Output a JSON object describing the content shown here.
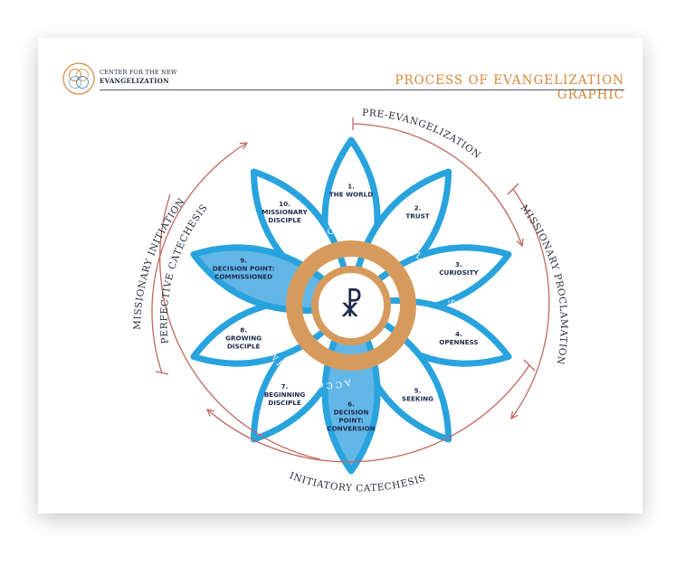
{
  "header": {
    "org_line1": "CENTER FOR THE NEW",
    "org_line2": "EVANGELIZATION",
    "title": "PROCESS OF EVANGELIZATION GRAPHIC"
  },
  "colors": {
    "petal_outline": "#29a3de",
    "petal_highlight": "#63b7e6",
    "ring": "#d69b5c",
    "arrows": "#c0685e",
    "title": "#d5873a",
    "label": "#1f2b4d"
  },
  "petals": [
    {
      "number": "1.",
      "lines": [
        "THE WORLD"
      ]
    },
    {
      "number": "2.",
      "lines": [
        "TRUST"
      ]
    },
    {
      "number": "3.",
      "lines": [
        "CURIOSITY"
      ]
    },
    {
      "number": "4.",
      "lines": [
        "OPENNESS"
      ]
    },
    {
      "number": "5.",
      "lines": [
        "SEEKING"
      ]
    },
    {
      "number": "6.",
      "lines": [
        "DECISION",
        "POINT:",
        "CONVERSION"
      ],
      "highlight": true
    },
    {
      "number": "7.",
      "lines": [
        "BEGINNING",
        "DISCIPLE"
      ]
    },
    {
      "number": "8.",
      "lines": [
        "GROWING",
        "DISCIPLE"
      ]
    },
    {
      "number": "9.",
      "lines": [
        "DECISION POINT:",
        "COMMISSIONED"
      ],
      "highlight": true
    },
    {
      "number": "10.",
      "lines": [
        "MISSIONARY",
        "DISCIPLE"
      ]
    }
  ],
  "ring": {
    "top_text": "THROUGH",
    "left_text": "ACCOMPANIMENT",
    "right_text": "ALL STAGES"
  },
  "center_symbol": "☧",
  "phases": {
    "pre_evangelization": "PRE-EVANGELIZATION",
    "missionary_proclamation": "MISSIONARY PROCLAMATION",
    "initiatory_catechesis": "INITIATORY CATECHESIS",
    "missionary_initiation": "MISSIONARY INITIATION",
    "perfective_catechesis": "PERFECTIVE CATECHESIS"
  }
}
